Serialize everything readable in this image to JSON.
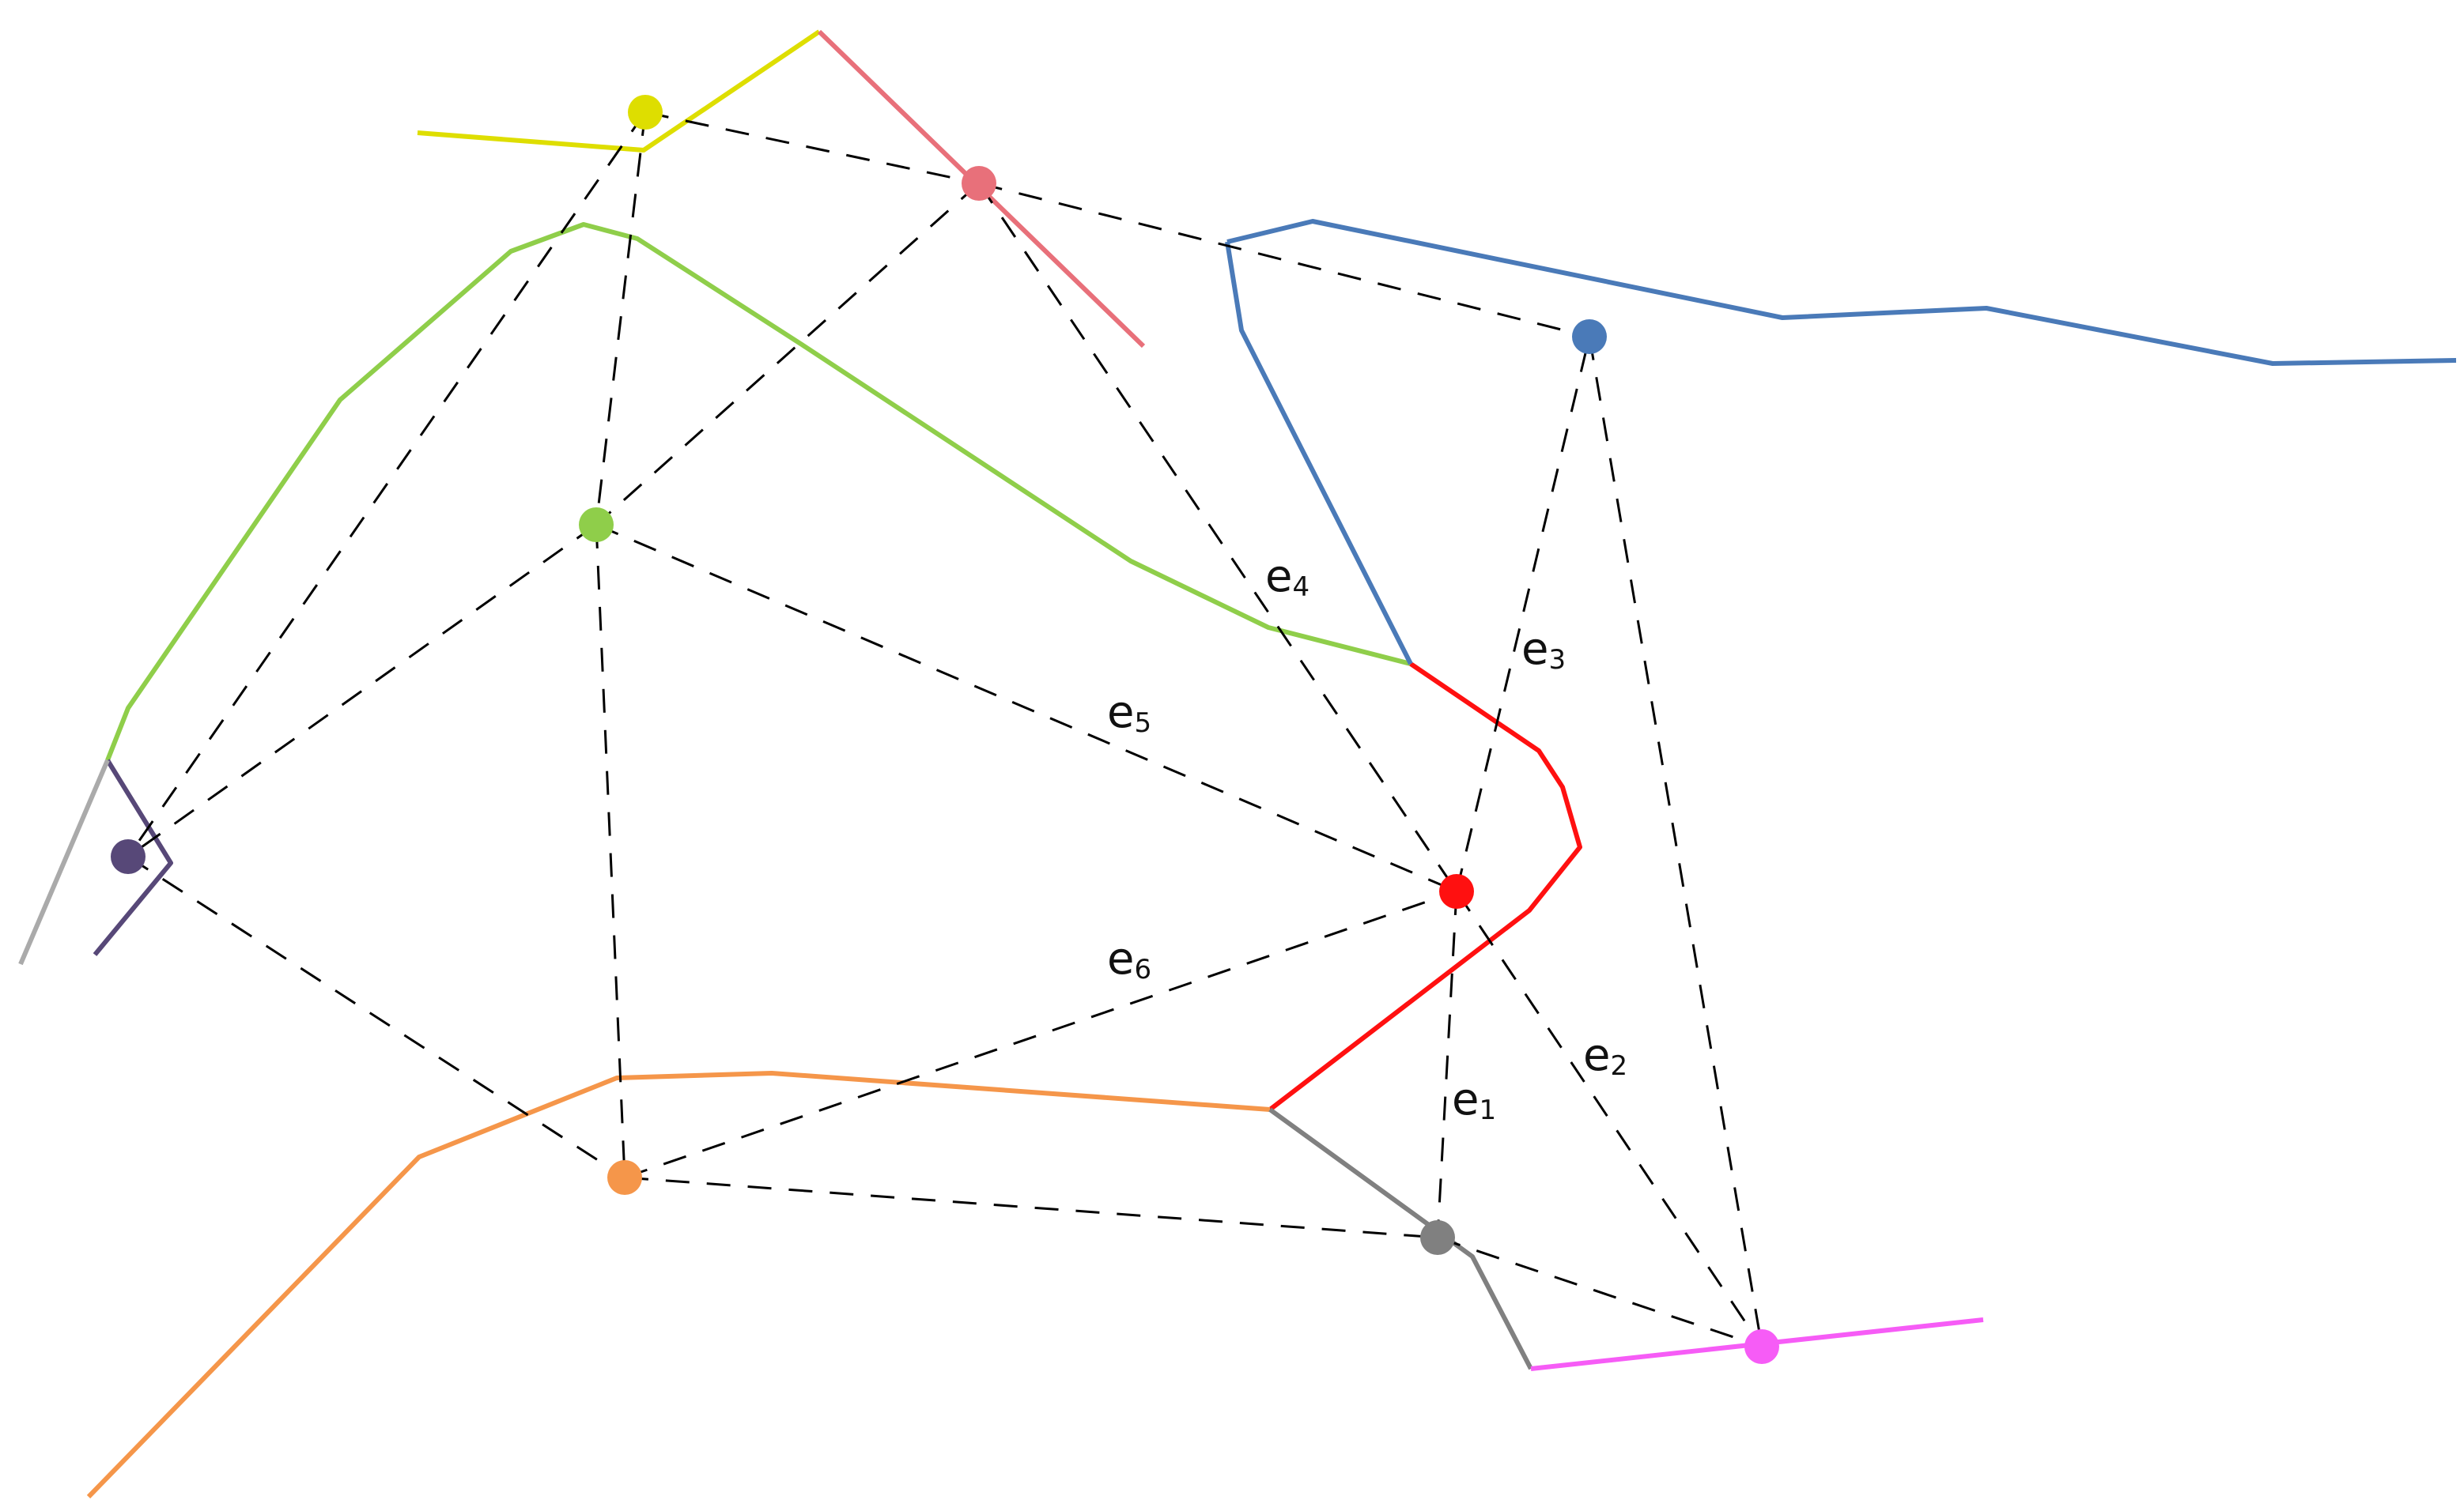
{
  "nodes": [
    {
      "id": "yellow",
      "color": "#dede00"
    },
    {
      "id": "salmon",
      "color": "#e8707a"
    },
    {
      "id": "blue",
      "color": "#4a7ab8"
    },
    {
      "id": "green",
      "color": "#8fce4a"
    },
    {
      "id": "purple",
      "color": "#574878"
    },
    {
      "id": "red",
      "color": "#ff1010"
    },
    {
      "id": "orange",
      "color": "#f5964a"
    },
    {
      "id": "gray",
      "color": "#808080"
    },
    {
      "id": "magenta",
      "color": "#f65cf6"
    }
  ],
  "boundaries": [
    {
      "id": "gray-left",
      "color": "#aaaaaa"
    },
    {
      "id": "gray-bottom",
      "color": "#808080"
    }
  ],
  "edge_labels": [
    {
      "id": "e1",
      "letter": "e",
      "sub": "1"
    },
    {
      "id": "e2",
      "letter": "e",
      "sub": "2"
    },
    {
      "id": "e3",
      "letter": "e",
      "sub": "3"
    },
    {
      "id": "e4",
      "letter": "e",
      "sub": "4"
    },
    {
      "id": "e5",
      "letter": "e",
      "sub": "5"
    },
    {
      "id": "e6",
      "letter": "e",
      "sub": "6"
    }
  ]
}
